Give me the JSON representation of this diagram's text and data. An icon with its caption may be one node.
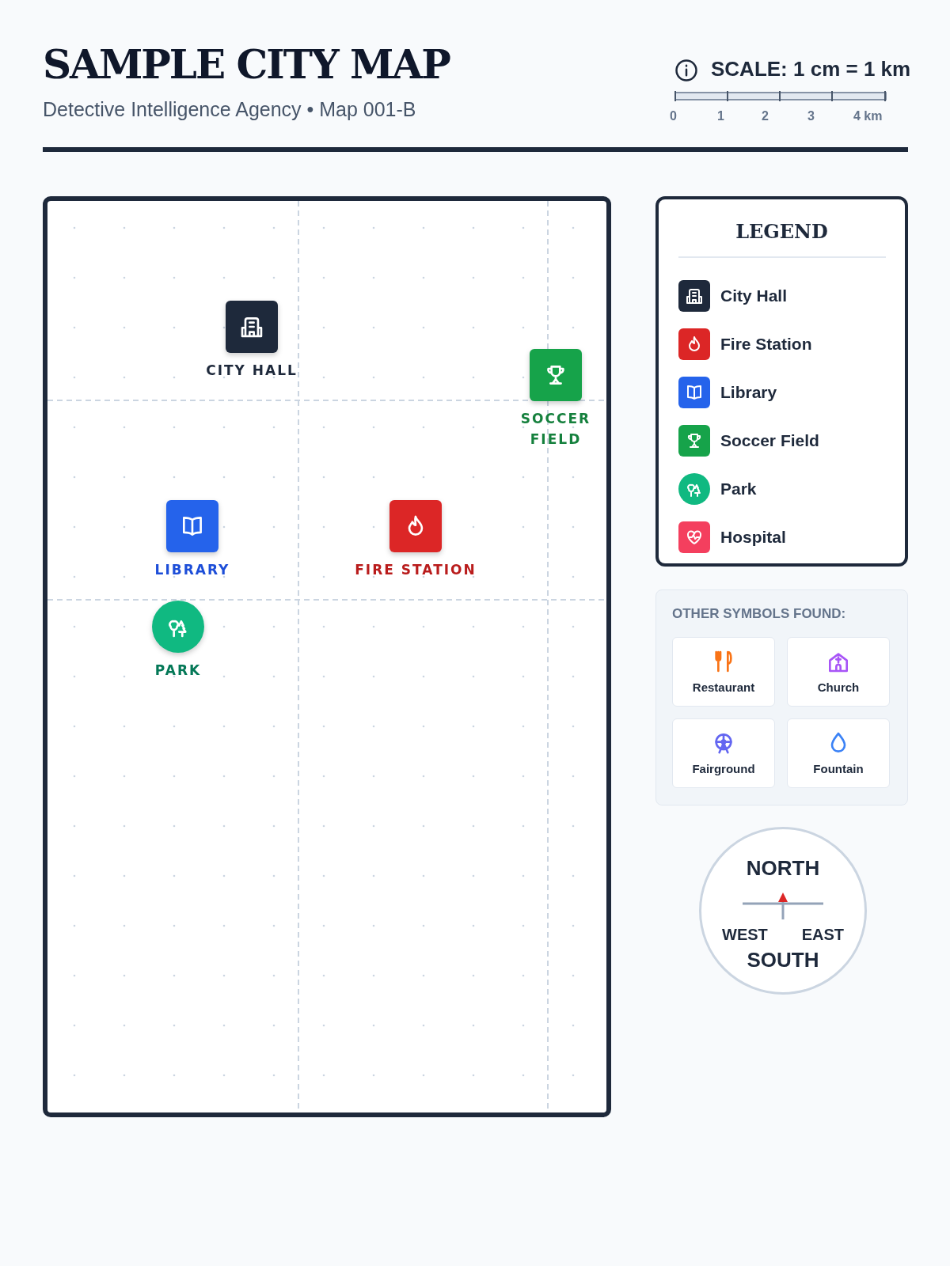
{
  "diagram": {
    "title": "SAMPLE CITY MAP",
    "nodes": [
      {
        "text": [
          "CITY HALL"
        ]
      },
      {
        "text": [
          "SOCCER FIELD"
        ]
      },
      {
        "text": [
          "LIBRARY"
        ]
      },
      {
        "text": [
          "FIRE STATION"
        ]
      },
      {
        "text": [
          "PARK"
        ]
      },
      {
        "text": [
          "NORTH",
          "WEST",
          "EAST",
          "SOUTH"
        ]
      },
      {
        "text": [
          "OTHER SYMBOLS FOUND:"
        ]
      },
      {
        "text": [
          "Restaurant"
        ],
        "in": 6
      },
      {
        "text": [
          "Church"
        ],
        "in": 6
      },
      {
        "text": [
          "Fairground"
        ],
        "in": 6
      },
      {
        "text": [
          "Fountain"
        ],
        "in": 6
      }
    ],
    "edges": [],
    "labels": [
      "Detective Intelligence Agency • Map 001-B",
      "SCALE: 1 cm = 1 km",
      "0",
      "1",
      "2",
      "3",
      "4 km",
      "LEGEND"
    ],
    "legend": [
      {
        "text": "City Hall",
        "color": "#1e293b"
      },
      {
        "text": "Fire Station",
        "color": "#dc2626"
      },
      {
        "text": "Library",
        "color": "#2563eb"
      },
      {
        "text": "Soccer Field",
        "color": "#16a34a"
      },
      {
        "text": "Park",
        "color": "#10b981"
      },
      {
        "text": "Hospital",
        "color": "#f43f5e"
      }
    ]
  }
}
